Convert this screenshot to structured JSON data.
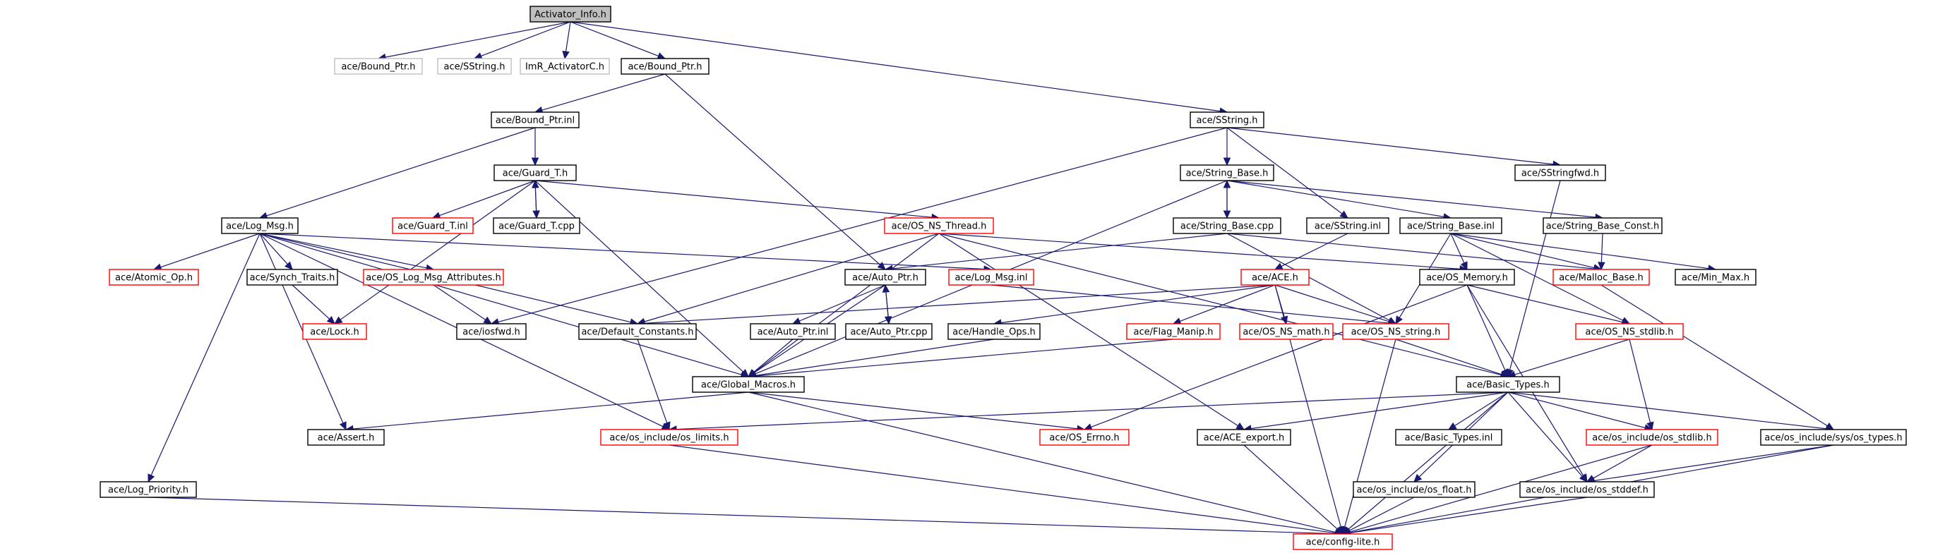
{
  "colors": {
    "edge": "#191970",
    "root_fill": "#bfbfbf",
    "border_default": "#000000",
    "border_red": "#ff0000",
    "border_gray": "#bfbfbf",
    "text": "#000000"
  },
  "nodes": [
    {
      "id": "activator_info_h",
      "label": "Activator_Info.h",
      "style": "root"
    },
    {
      "id": "bound_ptr_h_gray",
      "label": "ace/Bound_Ptr.h",
      "style": "gray"
    },
    {
      "id": "sstring_h_gray",
      "label": "ace/SString.h",
      "style": "gray"
    },
    {
      "id": "imr_activatorc_h",
      "label": "ImR_ActivatorC.h",
      "style": "gray"
    },
    {
      "id": "bound_ptr_h",
      "label": "ace/Bound_Ptr.h",
      "style": "black"
    },
    {
      "id": "sstring_h",
      "label": "ace/SString.h",
      "style": "black"
    },
    {
      "id": "bound_ptr_inl",
      "label": "ace/Bound_Ptr.inl",
      "style": "black"
    },
    {
      "id": "guard_t_h",
      "label": "ace/Guard_T.h",
      "style": "black"
    },
    {
      "id": "string_base_h",
      "label": "ace/String_Base.h",
      "style": "black"
    },
    {
      "id": "sstringfwd_h",
      "label": "ace/SStringfwd.h",
      "style": "black"
    },
    {
      "id": "log_msg_h",
      "label": "ace/Log_Msg.h",
      "style": "black"
    },
    {
      "id": "guard_t_inl",
      "label": "ace/Guard_T.inl",
      "style": "red"
    },
    {
      "id": "guard_t_cpp",
      "label": "ace/Guard_T.cpp",
      "style": "black"
    },
    {
      "id": "os_ns_thread_h",
      "label": "ace/OS_NS_Thread.h",
      "style": "red"
    },
    {
      "id": "string_base_cpp",
      "label": "ace/String_Base.cpp",
      "style": "black"
    },
    {
      "id": "sstring_inl",
      "label": "ace/SString.inl",
      "style": "black"
    },
    {
      "id": "string_base_inl",
      "label": "ace/String_Base.inl",
      "style": "black"
    },
    {
      "id": "string_base_const_h",
      "label": "ace/String_Base_Const.h",
      "style": "black"
    },
    {
      "id": "atomic_op_h",
      "label": "ace/Atomic_Op.h",
      "style": "red"
    },
    {
      "id": "synch_traits_h",
      "label": "ace/Synch_Traits.h",
      "style": "black"
    },
    {
      "id": "os_log_msg_attributes_h",
      "label": "ace/OS_Log_Msg_Attributes.h",
      "style": "red"
    },
    {
      "id": "auto_ptr_h",
      "label": "ace/Auto_Ptr.h",
      "style": "black"
    },
    {
      "id": "log_msg_inl",
      "label": "ace/Log_Msg.inl",
      "style": "red"
    },
    {
      "id": "ace_h",
      "label": "ace/ACE.h",
      "style": "red"
    },
    {
      "id": "os_memory_h",
      "label": "ace/OS_Memory.h",
      "style": "black"
    },
    {
      "id": "malloc_base_h",
      "label": "ace/Malloc_Base.h",
      "style": "red"
    },
    {
      "id": "min_max_h",
      "label": "ace/Min_Max.h",
      "style": "black"
    },
    {
      "id": "lock_h",
      "label": "ace/Lock.h",
      "style": "red"
    },
    {
      "id": "iosfwd_h",
      "label": "ace/iosfwd.h",
      "style": "black"
    },
    {
      "id": "default_constants_h",
      "label": "ace/Default_Constants.h",
      "style": "black"
    },
    {
      "id": "auto_ptr_inl",
      "label": "ace/Auto_Ptr.inl",
      "style": "black"
    },
    {
      "id": "auto_ptr_cpp",
      "label": "ace/Auto_Ptr.cpp",
      "style": "black"
    },
    {
      "id": "handle_ops_h",
      "label": "ace/Handle_Ops.h",
      "style": "black"
    },
    {
      "id": "flag_manip_h",
      "label": "ace/Flag_Manip.h",
      "style": "red"
    },
    {
      "id": "os_ns_math_h",
      "label": "ace/OS_NS_math.h",
      "style": "red"
    },
    {
      "id": "os_ns_string_h",
      "label": "ace/OS_NS_string.h",
      "style": "red"
    },
    {
      "id": "os_ns_stdlib_h",
      "label": "ace/OS_NS_stdlib.h",
      "style": "red"
    },
    {
      "id": "global_macros_h",
      "label": "ace/Global_Macros.h",
      "style": "black"
    },
    {
      "id": "basic_types_h",
      "label": "ace/Basic_Types.h",
      "style": "black"
    },
    {
      "id": "assert_h",
      "label": "ace/Assert.h",
      "style": "black"
    },
    {
      "id": "os_limits_h",
      "label": "ace/os_include/os_limits.h",
      "style": "red"
    },
    {
      "id": "os_errno_h",
      "label": "ace/OS_Errno.h",
      "style": "red"
    },
    {
      "id": "ace_export_h",
      "label": "ace/ACE_export.h",
      "style": "black"
    },
    {
      "id": "basic_types_inl",
      "label": "ace/Basic_Types.inl",
      "style": "black"
    },
    {
      "id": "os_stdlib_h",
      "label": "ace/os_include/os_stdlib.h",
      "style": "red"
    },
    {
      "id": "os_types_h",
      "label": "ace/os_include/sys/os_types.h",
      "style": "black"
    },
    {
      "id": "log_priority_h",
      "label": "ace/Log_Priority.h",
      "style": "black"
    },
    {
      "id": "os_float_h",
      "label": "ace/os_include/os_float.h",
      "style": "black"
    },
    {
      "id": "os_stddef_h",
      "label": "ace/os_include/os_stddef.h",
      "style": "black"
    },
    {
      "id": "config_lite_h",
      "label": "ace/config-lite.h",
      "style": "red"
    }
  ],
  "edges": [
    [
      "activator_info_h",
      "bound_ptr_h_gray"
    ],
    [
      "activator_info_h",
      "sstring_h_gray"
    ],
    [
      "activator_info_h",
      "imr_activatorc_h"
    ],
    [
      "activator_info_h",
      "bound_ptr_h"
    ],
    [
      "activator_info_h",
      "sstring_h"
    ],
    [
      "bound_ptr_h",
      "bound_ptr_inl"
    ],
    [
      "bound_ptr_h",
      "auto_ptr_h"
    ],
    [
      "bound_ptr_inl",
      "guard_t_h"
    ],
    [
      "bound_ptr_inl",
      "log_msg_h"
    ],
    [
      "sstring_h",
      "string_base_h"
    ],
    [
      "sstring_h",
      "sstringfwd_h"
    ],
    [
      "sstring_h",
      "sstring_inl"
    ],
    [
      "sstring_h",
      "iosfwd_h"
    ],
    [
      "guard_t_h",
      "guard_t_inl"
    ],
    [
      "guard_t_h",
      "guard_t_cpp"
    ],
    [
      "guard_t_cpp",
      "guard_t_h"
    ],
    [
      "guard_t_h",
      "os_ns_thread_h"
    ],
    [
      "guard_t_h",
      "lock_h"
    ],
    [
      "guard_t_h",
      "global_macros_h"
    ],
    [
      "string_base_h",
      "string_base_cpp"
    ],
    [
      "string_base_cpp",
      "string_base_h"
    ],
    [
      "string_base_h",
      "string_base_inl"
    ],
    [
      "string_base_h",
      "string_base_const_h"
    ],
    [
      "string_base_h",
      "global_macros_h"
    ],
    [
      "sstringfwd_h",
      "basic_types_h"
    ],
    [
      "log_msg_h",
      "atomic_op_h"
    ],
    [
      "log_msg_h",
      "synch_traits_h"
    ],
    [
      "log_msg_h",
      "os_log_msg_attributes_h"
    ],
    [
      "log_msg_h",
      "log_msg_inl"
    ],
    [
      "log_msg_h",
      "default_constants_h"
    ],
    [
      "log_msg_h",
      "global_macros_h"
    ],
    [
      "log_msg_h",
      "os_limits_h"
    ],
    [
      "log_msg_h",
      "assert_h"
    ],
    [
      "log_msg_h",
      "log_priority_h"
    ],
    [
      "synch_traits_h",
      "lock_h"
    ],
    [
      "os_log_msg_attributes_h",
      "iosfwd_h"
    ],
    [
      "os_ns_thread_h",
      "default_constants_h"
    ],
    [
      "os_ns_thread_h",
      "global_macros_h"
    ],
    [
      "os_ns_thread_h",
      "os_memory_h"
    ],
    [
      "os_ns_thread_h",
      "basic_types_h"
    ],
    [
      "os_ns_thread_h",
      "ace_export_h"
    ],
    [
      "string_base_cpp",
      "auto_ptr_h"
    ],
    [
      "string_base_cpp",
      "malloc_base_h"
    ],
    [
      "string_base_cpp",
      "os_ns_string_h"
    ],
    [
      "sstring_inl",
      "ace_h"
    ],
    [
      "string_base_inl",
      "malloc_base_h"
    ],
    [
      "string_base_inl",
      "min_max_h"
    ],
    [
      "string_base_inl",
      "os_memory_h"
    ],
    [
      "string_base_inl",
      "os_ns_string_h"
    ],
    [
      "string_base_inl",
      "os_ns_stdlib_h"
    ],
    [
      "string_base_const_h",
      "malloc_base_h"
    ],
    [
      "auto_ptr_h",
      "auto_ptr_inl"
    ],
    [
      "auto_ptr_h",
      "auto_ptr_cpp"
    ],
    [
      "auto_ptr_cpp",
      "auto_ptr_h"
    ],
    [
      "auto_ptr_h",
      "global_macros_h"
    ],
    [
      "log_msg_inl",
      "os_ns_string_h"
    ],
    [
      "ace_h",
      "default_constants_h"
    ],
    [
      "ace_h",
      "handle_ops_h"
    ],
    [
      "ace_h",
      "flag_manip_h"
    ],
    [
      "ace_h",
      "os_ns_math_h"
    ],
    [
      "ace_h",
      "os_ns_string_h"
    ],
    [
      "ace_h",
      "config_lite_h"
    ],
    [
      "os_memory_h",
      "os_errno_h"
    ],
    [
      "os_memory_h",
      "basic_types_h"
    ],
    [
      "os_memory_h",
      "os_ns_stdlib_h"
    ],
    [
      "os_memory_h",
      "os_stddef_h"
    ],
    [
      "malloc_base_h",
      "os_types_h"
    ],
    [
      "default_constants_h",
      "os_limits_h"
    ],
    [
      "auto_ptr_inl",
      "global_macros_h"
    ],
    [
      "handle_ops_h",
      "global_macros_h"
    ],
    [
      "flag_manip_h",
      "global_macros_h"
    ],
    [
      "os_ns_string_h",
      "basic_types_h"
    ],
    [
      "os_ns_string_h",
      "config_lite_h"
    ],
    [
      "os_ns_stdlib_h",
      "basic_types_h"
    ],
    [
      "os_ns_stdlib_h",
      "os_stdlib_h"
    ],
    [
      "global_macros_h",
      "assert_h"
    ],
    [
      "global_macros_h",
      "os_errno_h"
    ],
    [
      "global_macros_h",
      "config_lite_h"
    ],
    [
      "basic_types_h",
      "os_limits_h"
    ],
    [
      "basic_types_h",
      "ace_export_h"
    ],
    [
      "basic_types_h",
      "basic_types_inl"
    ],
    [
      "basic_types_h",
      "os_stdlib_h"
    ],
    [
      "basic_types_h",
      "os_types_h"
    ],
    [
      "basic_types_h",
      "os_float_h"
    ],
    [
      "basic_types_h",
      "os_stddef_h"
    ],
    [
      "basic_types_h",
      "config_lite_h"
    ],
    [
      "os_limits_h",
      "config_lite_h"
    ],
    [
      "ace_export_h",
      "config_lite_h"
    ],
    [
      "os_stdlib_h",
      "os_stddef_h"
    ],
    [
      "os_stdlib_h",
      "config_lite_h"
    ],
    [
      "os_types_h",
      "os_stddef_h"
    ],
    [
      "os_types_h",
      "config_lite_h"
    ],
    [
      "log_priority_h",
      "config_lite_h"
    ],
    [
      "os_float_h",
      "config_lite_h"
    ],
    [
      "os_stddef_h",
      "config_lite_h"
    ]
  ]
}
